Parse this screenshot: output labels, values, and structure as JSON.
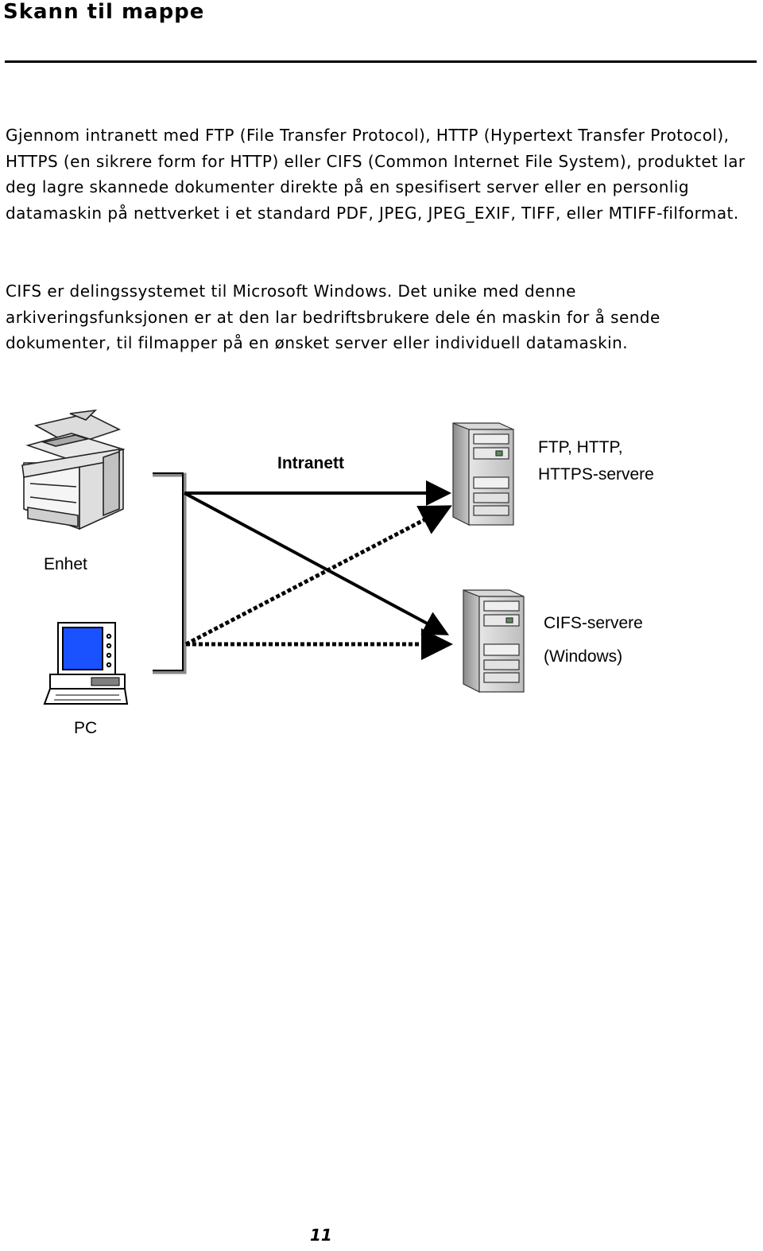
{
  "page": {
    "title": "Skann til mappe",
    "paragraphs": [
      "Gjennom intranett med FTP (File Transfer Protocol), HTTP (Hypertext Transfer Protocol), HTTPS (en sikrere form for HTTP) eller CIFS (Common Internet File System), produktet lar deg lagre skannede dokumenter direkte på en spesifisert server eller en personlig datamaskin på nettverket i et standard PDF, JPEG, JPEG_EXIF, TIFF, eller MTIFF-filformat.",
      "CIFS er delingssystemet til Microsoft Windows. Det unike med denne arkiveringsfunksjonen er at den lar bedriftsbrukere dele én maskin for å sende dokumenter, til filmapper på en ønsket server eller individuell datamaskin."
    ],
    "page_number": "11"
  },
  "diagram": {
    "network_label": "Intranett",
    "device_label": "Enhet",
    "pc_label": "PC",
    "ftp_server_label_line1": "FTP, HTTP,",
    "ftp_server_label_line2": "HTTPS-servere",
    "cifs_server_label_line1": "CIFS-servere",
    "cifs_server_label_line2": "(Windows)",
    "icons": [
      "multifunction-printer-icon",
      "pc-icon",
      "server-tower-icon",
      "server-tower-icon"
    ],
    "screen_color": "#1a52ff"
  }
}
